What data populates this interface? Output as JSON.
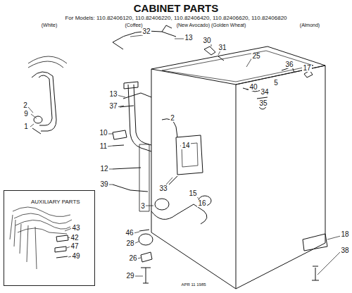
{
  "diagram": {
    "title": "CABINET PARTS",
    "nodes": [
      {
        "text": [
          "AUXILIARY PARTS"
        ]
      }
    ],
    "labels": [
      "For Models: 110.82406120, 110.82406220, 110.82406420, 110.82406620, 110.82406820",
      "(White)",
      "(Coffee)",
      "(New Avocado) (Golden Wheat)",
      "(Almond)",
      "32",
      "13",
      "30",
      "31",
      "25",
      "36",
      "17",
      "13",
      "37",
      "40",
      "5",
      "34",
      "35",
      "2",
      "9",
      "1",
      "10",
      "11",
      "12",
      "39",
      "2",
      "14",
      "33",
      "3",
      "15",
      "16",
      "46",
      "28",
      "26",
      "29",
      "18",
      "38",
      "43",
      "42",
      "47",
      "49",
      "APR 11 1985"
    ]
  }
}
